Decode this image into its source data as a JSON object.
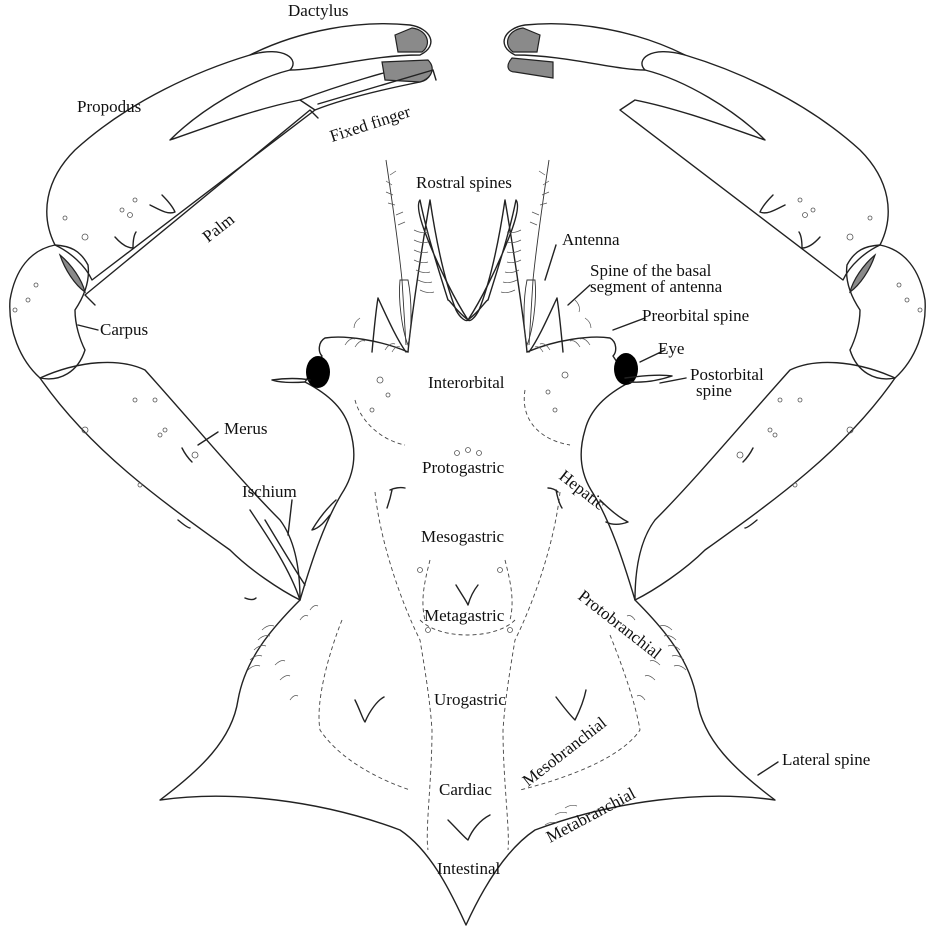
{
  "labels": {
    "dactylus": "Dactylus",
    "propodus": "Propodus",
    "fixed_finger": "Fixed finger",
    "palm": "Palm",
    "carpus": "Carpus",
    "merus": "Merus",
    "ischium": "Ischium",
    "rostral_spines": "Rostral spines",
    "antenna": "Antenna",
    "spine_basal_1": "Spine of the basal",
    "spine_basal_2": "segment of antenna",
    "preorbital_spine": "Preorbital spine",
    "eye": "Eye",
    "postorbital_1": "Postorbital",
    "postorbital_2": "spine",
    "interorbital": "Interorbital",
    "protogastric": "Protogastric",
    "hepatic": "Hepatic",
    "mesogastric": "Mesogastric",
    "metagastric": "Metagastric",
    "protobranchial": "Protobranchial",
    "urogastric": "Urogastric",
    "mesobranchial": "Mesobranchial",
    "lateral_spine": "Lateral spine",
    "cardiac": "Cardiac",
    "metabranchial": "Metabranchial",
    "intestinal": "Intestinal"
  },
  "colors": {
    "outline": "#222222",
    "shading": "#8a8a8a",
    "eye": "#000000"
  }
}
